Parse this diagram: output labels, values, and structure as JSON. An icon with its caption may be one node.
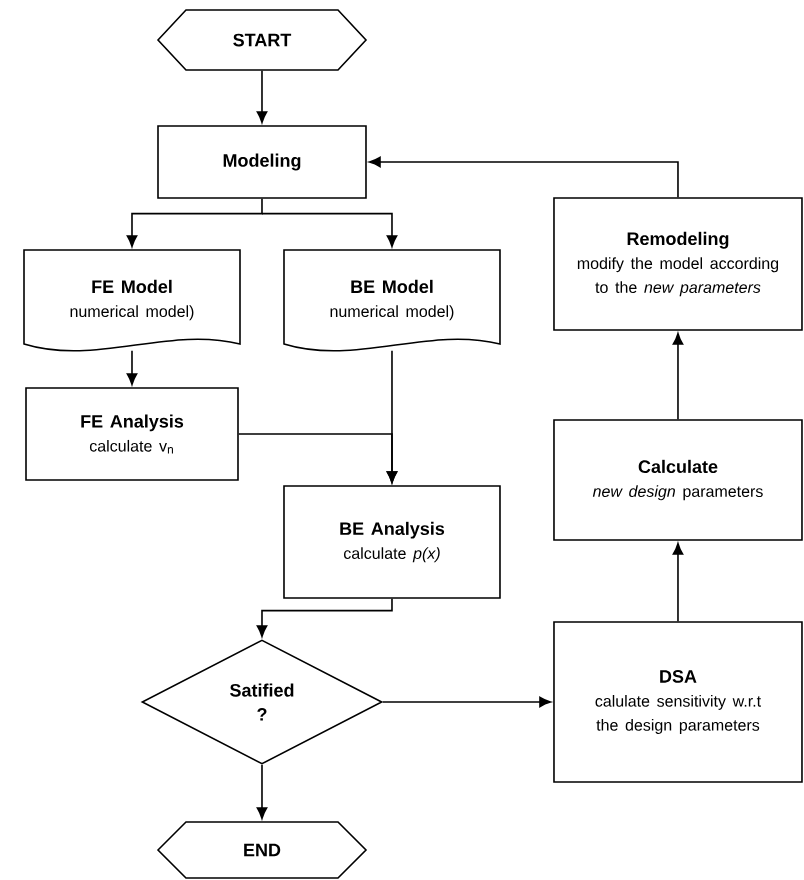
{
  "diagram": {
    "nodes": [
      {
        "text": [
          "START"
        ]
      },
      {
        "text": [
          "Modeling"
        ]
      },
      {
        "text": [
          "FE Model",
          "numerical model)"
        ]
      },
      {
        "text": [
          "BE Model",
          "numerical model)"
        ]
      },
      {
        "text": [
          "FE Analysis",
          "calculate v$_{n}$"
        ]
      },
      {
        "text": [
          "BE Analysis",
          "calculate *p(x)*"
        ]
      },
      {
        "text": [
          "Satified ?"
        ]
      },
      {
        "text": [
          "END"
        ]
      },
      {
        "text": [
          "DSA",
          "calulate sensitivity w.r.t the design parameters"
        ]
      },
      {
        "text": [
          "Calculate",
          "*new design* parameters"
        ]
      },
      {
        "text": [
          "Remodeling",
          "modify the model according to the *new parameters*"
        ]
      }
    ],
    "edges": [
      {
        "from": 0,
        "to": 1,
        "arrow": "to"
      },
      {
        "from": 1,
        "to": 2,
        "arrow": "to"
      },
      {
        "from": 1,
        "to": 3,
        "arrow": "to"
      },
      {
        "from": 2,
        "to": 4,
        "arrow": "to"
      },
      {
        "from": 3,
        "to": 5,
        "arrow": "to"
      },
      {
        "from": 4,
        "to": 5,
        "arrow": "to"
      },
      {
        "from": 5,
        "to": 6,
        "arrow": "to"
      },
      {
        "from": 6,
        "to": 7,
        "arrow": "to"
      },
      {
        "from": 6,
        "to": 8,
        "arrow": "to"
      },
      {
        "from": 8,
        "to": 9,
        "arrow": "to"
      },
      {
        "from": 9,
        "to": 10,
        "arrow": "to"
      },
      {
        "from": 10,
        "to": 1,
        "arrow": "to"
      }
    ]
  }
}
